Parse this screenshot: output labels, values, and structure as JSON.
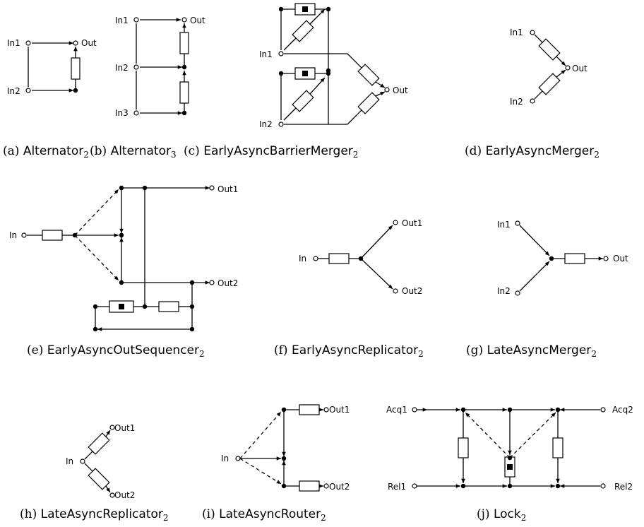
{
  "figure": {
    "panels": [
      {
        "id": "a",
        "letter": "(a)",
        "name": "Alternator",
        "sub": "2",
        "labels": {
          "in1": "In1",
          "in2": "In2",
          "out": "Out"
        }
      },
      {
        "id": "b",
        "letter": "(b)",
        "name": "Alternator",
        "sub": "3",
        "labels": {
          "in1": "In1",
          "in2": "In2",
          "in3": "In3",
          "out": "Out"
        }
      },
      {
        "id": "c",
        "letter": "(c)",
        "name": "EarlyAsyncBarrierMerger",
        "sub": "2",
        "labels": {
          "in1": "In1",
          "in2": "In2",
          "out": "Out"
        }
      },
      {
        "id": "d",
        "letter": "(d)",
        "name": "EarlyAsyncMerger",
        "sub": "2",
        "labels": {
          "in1": "In1",
          "in2": "In2",
          "out": "Out"
        }
      },
      {
        "id": "e",
        "letter": "(e)",
        "name": "EarlyAsyncOutSequencer",
        "sub": "2",
        "labels": {
          "in": "In",
          "out1": "Out1",
          "out2": "Out2"
        }
      },
      {
        "id": "f",
        "letter": "(f)",
        "name": "EarlyAsyncReplicator",
        "sub": "2",
        "labels": {
          "in": "In",
          "out1": "Out1",
          "out2": "Out2"
        }
      },
      {
        "id": "g",
        "letter": "(g)",
        "name": "LateAsyncMerger",
        "sub": "2",
        "labels": {
          "in1": "In1",
          "in2": "In2",
          "out": "Out"
        }
      },
      {
        "id": "h",
        "letter": "(h)",
        "name": "LateAsyncReplicator",
        "sub": "2",
        "labels": {
          "in": "In",
          "out1": "Out1",
          "out2": "Out2"
        }
      },
      {
        "id": "i",
        "letter": "(i)",
        "name": "LateAsyncRouter",
        "sub": "2",
        "labels": {
          "in": "In",
          "out1": "Out1",
          "out2": "Out2"
        }
      },
      {
        "id": "j",
        "letter": "(j)",
        "name": "Lock",
        "sub": "2",
        "labels": {
          "acq1": "Acq1",
          "acq2": "Acq2",
          "rel1": "Rel1",
          "rel2": "Rel2"
        }
      }
    ]
  }
}
